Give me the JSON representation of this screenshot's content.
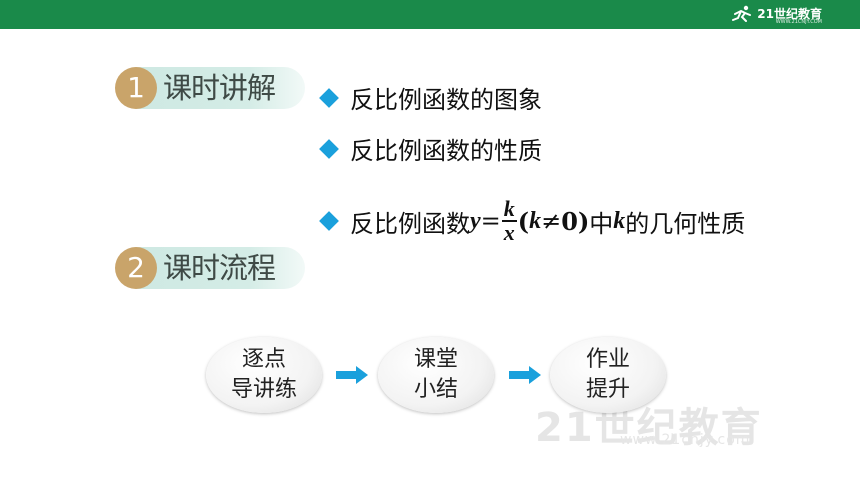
{
  "header": {
    "brand": "21世纪教育",
    "brand_sub": "WWW.21CNJY.COM",
    "bar_color": "#1a8a4a"
  },
  "sections": [
    {
      "number": "1",
      "title": "课时讲解"
    },
    {
      "number": "2",
      "title": "课时流程"
    }
  ],
  "bullets": [
    {
      "text": "反比例函数的图象"
    },
    {
      "text": "反比例函数的性质"
    },
    {
      "prefix": "反比例函数",
      "y": "y",
      "eq": "=",
      "num": "k",
      "den": "x",
      "cond_open": "(",
      "cond_k": "k",
      "cond_rel": " ≠ ",
      "cond_zero": "0",
      "cond_close": ")",
      "mid": "中",
      "k2": "k",
      "suffix": "的几何性质"
    }
  ],
  "flow": [
    {
      "line1": "逐点",
      "line2": "导讲练"
    },
    {
      "line1": "课堂",
      "line2": "小结"
    },
    {
      "line1": "作业",
      "line2": "提升"
    }
  ],
  "watermark": {
    "text": "21世纪教育",
    "sub": "www.21cnjy.com"
  },
  "colors": {
    "accent": "#1aa0dc",
    "badge": "#c9a46a",
    "pill": "#d4ece6"
  }
}
